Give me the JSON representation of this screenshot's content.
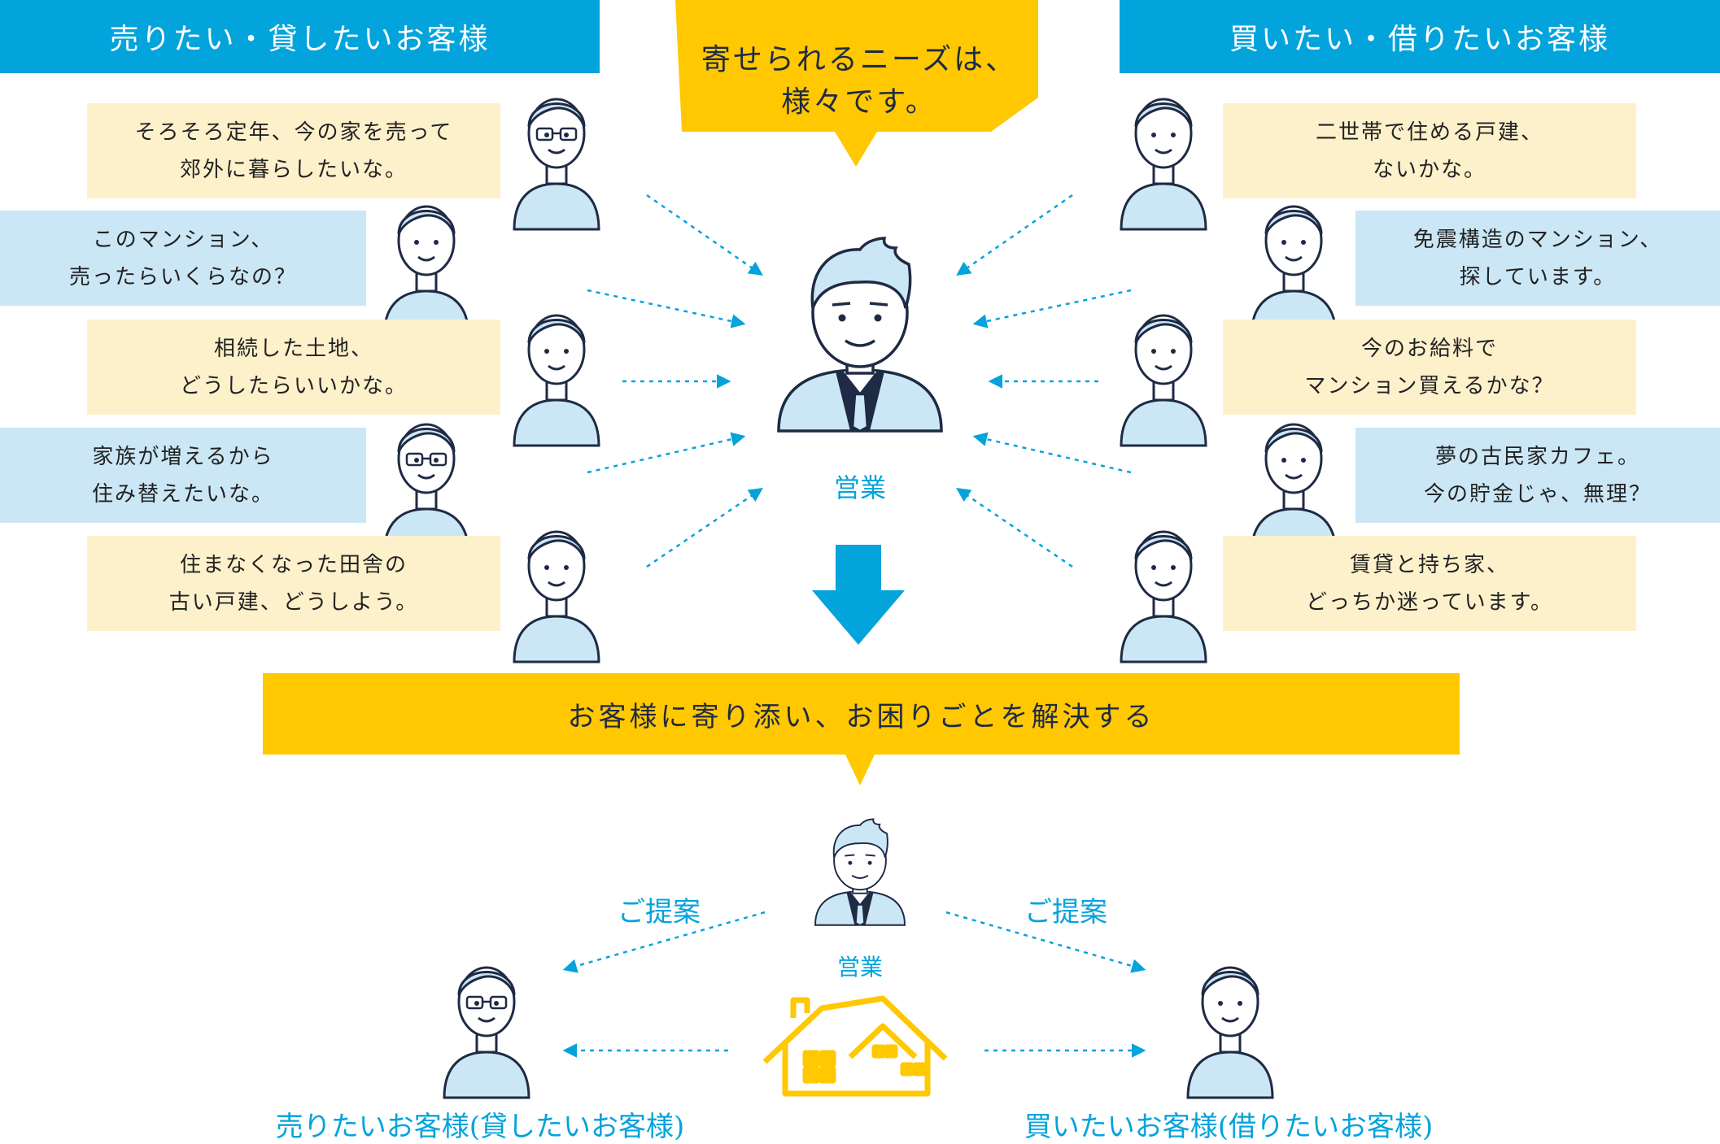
{
  "headers": {
    "left": "売りたい・貸したいお客様",
    "right": "買いたい・借りたいお客様"
  },
  "callout": {
    "line1": "寄せられるニーズは、",
    "line2": "様々です。"
  },
  "left_needs": [
    {
      "line1": "そろそろ定年、今の家を売って",
      "line2": "郊外に暮らしたいな。"
    },
    {
      "line1": "このマンション、",
      "line2": "売ったらいくらなの？"
    },
    {
      "line1": "相続した土地、",
      "line2": "どうしたらいいかな。"
    },
    {
      "line1": "家族が増えるから",
      "line2": "住み替えたいな。"
    },
    {
      "line1": "住まなくなった田舎の",
      "line2": "古い戸建、どうしよう。"
    }
  ],
  "right_needs": [
    {
      "line1": "二世帯で住める戸建、",
      "line2": "ないかな。"
    },
    {
      "line1": "免震構造のマンション、",
      "line2": "探しています。"
    },
    {
      "line1": "今のお給料で",
      "line2": "マンション買えるかな？"
    },
    {
      "line1": "夢の古民家カフェ。",
      "line2": "今の貯金じゃ、無理？"
    },
    {
      "line1": "賃貸と持ち家、",
      "line2": "どっちか迷っています。"
    }
  ],
  "center_label_top": "営業",
  "banner": "お客様に寄り添い、お困りごとを解決する",
  "center_label_bottom": "営業",
  "proposal_left": "ご提案",
  "proposal_right": "ご提案",
  "bottom_left_label": "売りたいお客様(貸したいお客様)",
  "bottom_right_label": "買いたいお客様(借りたいお客様)",
  "colors": {
    "accent_blue": "#03a3dc",
    "accent_yellow": "#ffc800",
    "bubble_beige": "#fdf1cc",
    "bubble_blue": "#cbe7f6",
    "line_navy": "#1f2a44"
  }
}
